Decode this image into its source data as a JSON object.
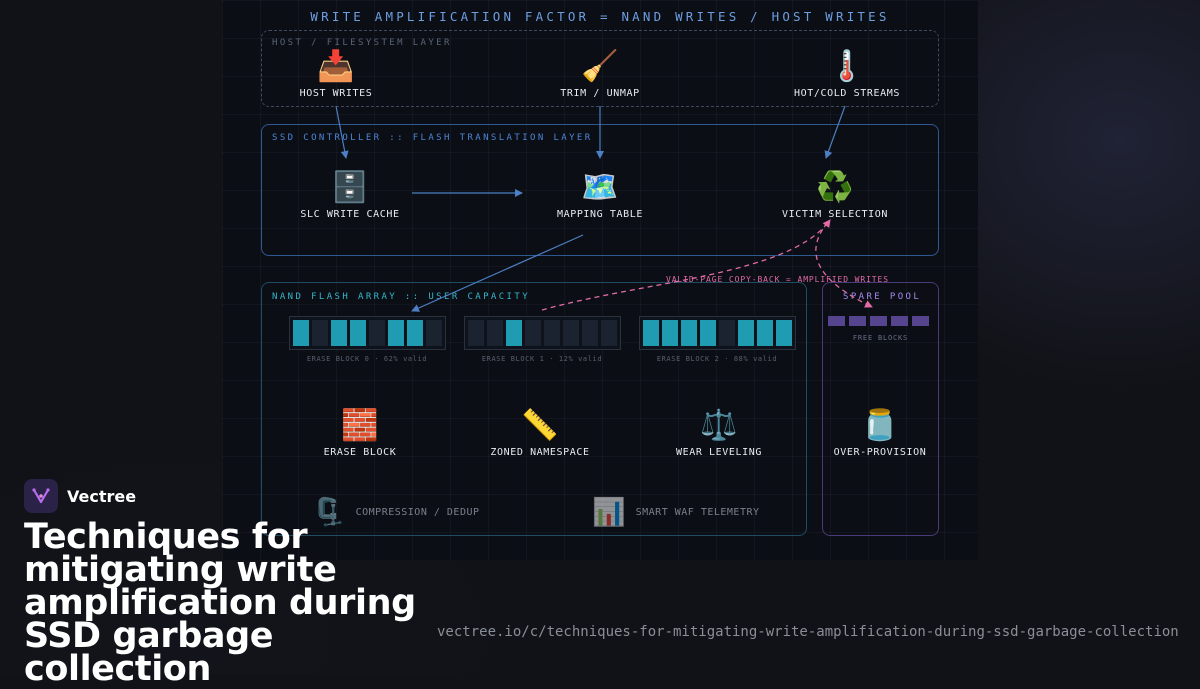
{
  "diagram": {
    "title": "WRITE AMPLIFICATION FACTOR = NAND WRITES / HOST WRITES",
    "zones": {
      "host": "HOST / FILESYSTEM LAYER",
      "ssd": "SSD CONTROLLER :: FLASH TRANSLATION LAYER",
      "nand": "NAND FLASH ARRAY :: USER CAPACITY",
      "spare": "SPARE POOL"
    },
    "nodes": {
      "host_writes": {
        "icon": "📥",
        "label": "HOST WRITES"
      },
      "trim_unmap": {
        "icon": "🧹",
        "label": "TRIM / UNMAP"
      },
      "hot_cold": {
        "icon": "🌡️",
        "label": "HOT/COLD STREAMS"
      },
      "slc_cache": {
        "icon": "🗄️",
        "label": "SLC WRITE CACHE"
      },
      "mapping_table": {
        "icon": "🗺️",
        "label": "MAPPING TABLE"
      },
      "victim_selection": {
        "icon": "♻️",
        "label": "VICTIM SELECTION"
      },
      "erase_block": {
        "icon": "🧱",
        "label": "ERASE BLOCK"
      },
      "zoned_namespace": {
        "icon": "📏",
        "label": "ZONED NAMESPACE"
      },
      "wear_leveling": {
        "icon": "⚖️",
        "label": "WEAR LEVELING"
      },
      "over_provision": {
        "icon": "🫙",
        "label": "OVER-PROVISION"
      },
      "compression": {
        "icon": "🗜️",
        "label": "COMPRESSION / DEDUP"
      },
      "telemetry": {
        "icon": "📊",
        "label": "SMART WAF TELEMETRY"
      }
    },
    "erase_blocks": [
      {
        "caption": "ERASE BLOCK 0 · 62% valid",
        "pages": [
          1,
          0,
          1,
          1,
          0,
          1,
          1,
          0
        ]
      },
      {
        "caption": "ERASE BLOCK 1 · 12% valid",
        "pages": [
          0,
          0,
          1,
          0,
          0,
          0,
          0,
          0
        ]
      },
      {
        "caption": "ERASE BLOCK 2 · 88% valid",
        "pages": [
          1,
          1,
          1,
          1,
          0,
          1,
          1,
          1
        ]
      }
    ],
    "spare_pool": {
      "free_blocks": 5,
      "caption": "FREE BLOCKS"
    },
    "annotation": "VALID-PAGE COPY-BACK = AMPLIFIED WRITES",
    "colors": {
      "flow_arrow": "#4d7fc4",
      "copyback_arrow": "#e26aa7",
      "valid_page": "#1f9cb2",
      "free_block": "#56448e",
      "host_label": "#5a6577",
      "ssd_label": "#4d86d6",
      "nand_label": "#35b7cc",
      "spare_label": "#a48cec"
    }
  },
  "brand": {
    "name": "Vectree"
  },
  "headline": "Techniques for mitigating write amplification during SSD garbage collection",
  "url": "vectree.io/c/techniques-for-mitigating-write-amplification-during-ssd-garbage-collection"
}
